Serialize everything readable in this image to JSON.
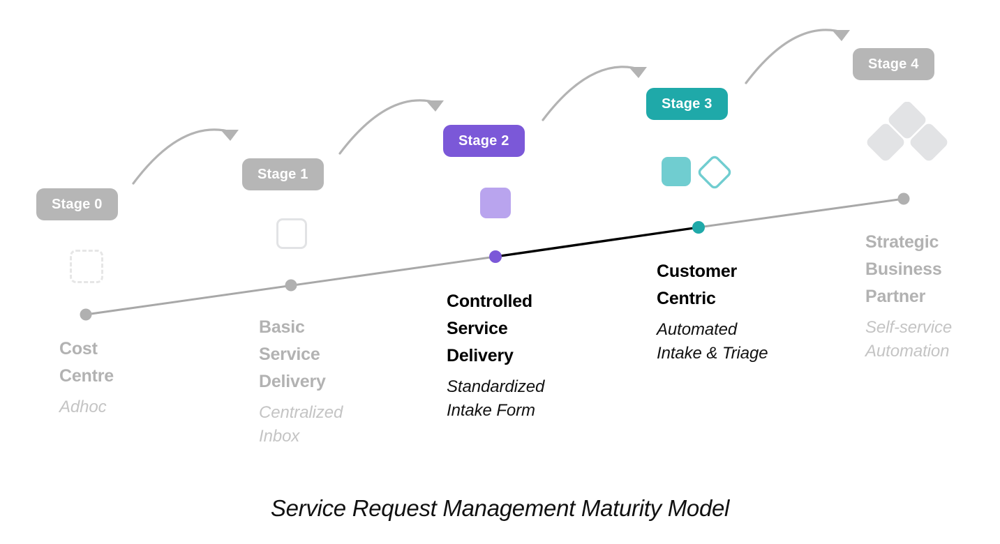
{
  "caption": "Service Request Management Maturity Model",
  "colors": {
    "grey_badge": "#b6b6b6",
    "purple": "#7b58d8",
    "purple_light": "#b9a4ee",
    "teal": "#1fa9a9",
    "teal_light": "#70cdd0",
    "grey_icon": "#e2e3e5",
    "grey_icon_faint": "#ededed",
    "grey_text_title": "#b2b2b2",
    "grey_text_sub": "#c4c4c4",
    "active_text": "#000000",
    "line_inactive": "#a8a8a8",
    "line_active": "#000000",
    "arrow": "#b3b3b3"
  },
  "chart_data": {
    "type": "line",
    "title": "Service Request Management Maturity Model",
    "xlabel": "",
    "ylabel": "",
    "grid": false,
    "legend": "none",
    "categories": [
      "Stage 0",
      "Stage 1",
      "Stage 2",
      "Stage 3",
      "Stage 4"
    ],
    "x": [
      123,
      417,
      710,
      1001,
      1295
    ],
    "y": [
      451,
      409,
      368,
      326,
      285
    ],
    "point_labels": [
      "Cost Centre",
      "Basic Service Delivery",
      "Controlled Service Delivery",
      "Customer Centric",
      "Strategic Business Partner"
    ],
    "point_sublabels": [
      "Adhoc",
      "Centralized Inbox",
      "Standardized Intake Form",
      "Automated Intake & Triage",
      "Self-service Automation"
    ],
    "active_segment": [
      "Stage 2",
      "Stage 3"
    ],
    "annotations": [
      "Stage 0",
      "Stage 1",
      "Stage 2",
      "Stage 3",
      "Stage 4"
    ]
  },
  "stages": [
    {
      "badge": "Stage 0",
      "title": "Cost\nCentre",
      "subtitle": "Adhoc",
      "icon": "dashed-rounded-square-icon",
      "active": false
    },
    {
      "badge": "Stage 1",
      "title": "Basic\nService\nDelivery",
      "subtitle": "Centralized\nInbox",
      "icon": "outlined-rounded-square-icon",
      "active": false
    },
    {
      "badge": "Stage 2",
      "title": "Controlled\nService\nDelivery",
      "subtitle": "Standardized\nIntake Form",
      "icon": "filled-rounded-square-icon",
      "active": true
    },
    {
      "badge": "Stage 3",
      "title": "Customer\nCentric",
      "subtitle": "Automated\nIntake & Triage",
      "icon": "filled-square-and-outlined-diamond-icon",
      "active": true
    },
    {
      "badge": "Stage 4",
      "title": "Strategic\nBusiness\nPartner",
      "subtitle": "Self-service\nAutomation",
      "icon": "three-diamond-cluster-icon",
      "active": false
    }
  ],
  "arrows": [
    "curved-arrow-icon",
    "curved-arrow-icon",
    "curved-arrow-icon",
    "curved-arrow-icon"
  ]
}
